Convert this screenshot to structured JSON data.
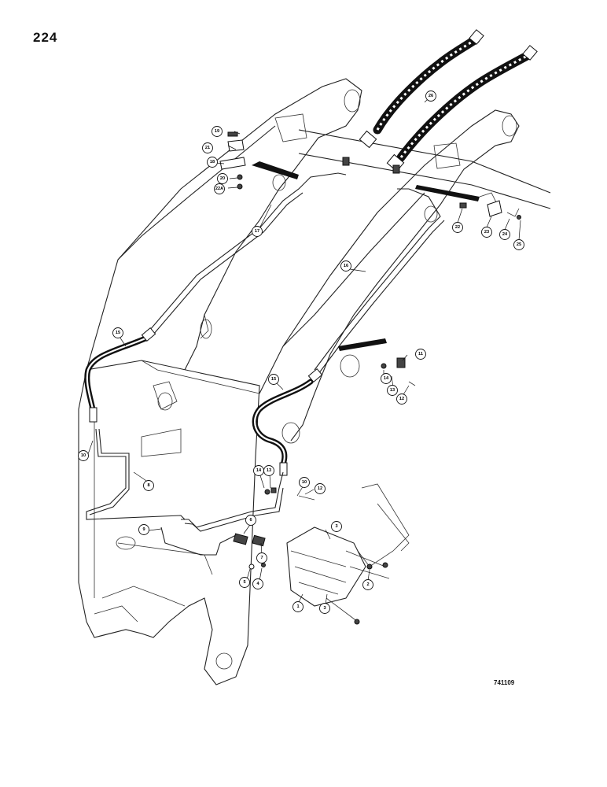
{
  "page": {
    "number": "224",
    "drawing_code": "741109"
  },
  "callouts": [
    {
      "id": "c1",
      "label": "1"
    },
    {
      "id": "c2",
      "label": "2"
    },
    {
      "id": "c3a",
      "label": "3"
    },
    {
      "id": "c3b",
      "label": "3"
    },
    {
      "id": "c4",
      "label": "4"
    },
    {
      "id": "c5",
      "label": "5"
    },
    {
      "id": "c6",
      "label": "6"
    },
    {
      "id": "c7",
      "label": "7"
    },
    {
      "id": "c8",
      "label": "8"
    },
    {
      "id": "c9",
      "label": "9"
    },
    {
      "id": "c10a",
      "label": "10"
    },
    {
      "id": "c10b",
      "label": "10"
    },
    {
      "id": "c11",
      "label": "11"
    },
    {
      "id": "c12a",
      "label": "12"
    },
    {
      "id": "c12b",
      "label": "12"
    },
    {
      "id": "c13a",
      "label": "13"
    },
    {
      "id": "c13b",
      "label": "13"
    },
    {
      "id": "c14a",
      "label": "14"
    },
    {
      "id": "c14b",
      "label": "14"
    },
    {
      "id": "c15a",
      "label": "15"
    },
    {
      "id": "c15b",
      "label": "15"
    },
    {
      "id": "c16",
      "label": "16"
    },
    {
      "id": "c17",
      "label": "17"
    },
    {
      "id": "c18",
      "label": "18"
    },
    {
      "id": "c19",
      "label": "19"
    },
    {
      "id": "c20",
      "label": "20"
    },
    {
      "id": "c21",
      "label": "21"
    },
    {
      "id": "c22a",
      "label": "22"
    },
    {
      "id": "c22b",
      "label": "22A"
    },
    {
      "id": "c23",
      "label": "23"
    },
    {
      "id": "c24",
      "label": "24"
    },
    {
      "id": "c25",
      "label": "25"
    },
    {
      "id": "c26",
      "label": "26"
    }
  ]
}
